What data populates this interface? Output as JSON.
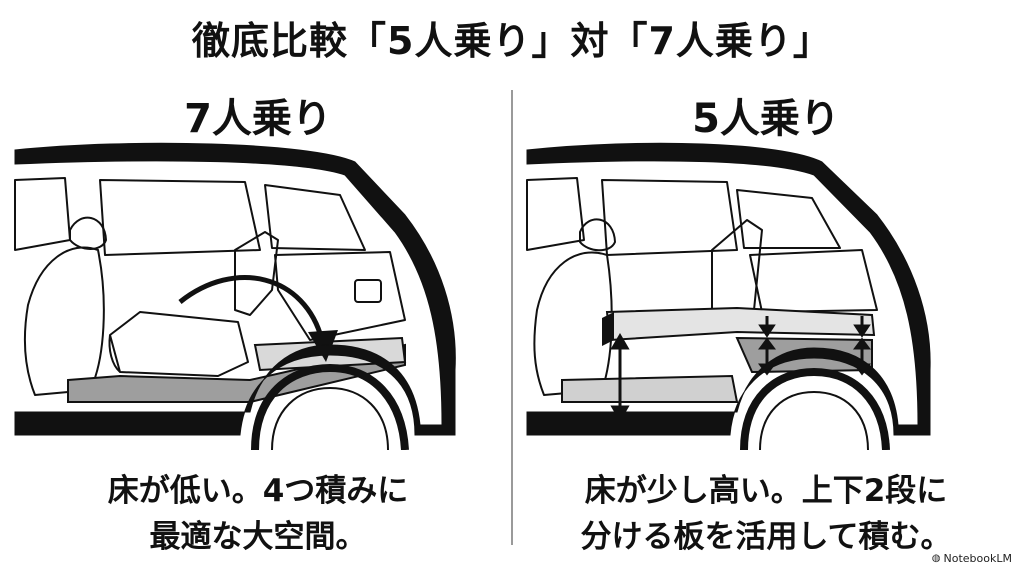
{
  "title": "徹底比較「5人乗り」対「7人乗り」",
  "panels": {
    "left": {
      "heading": "7人乗り",
      "caption_line1": "床が低い。4つ積みに",
      "caption_line2": "最適な大空間。"
    },
    "right": {
      "heading": "5人乗り",
      "caption_line1": "床が少し高い。上下2段に",
      "caption_line2": "分ける板を活用して積む。"
    }
  },
  "brand": {
    "name": "NotebookLM",
    "icon": "notebooklm-logo-icon"
  },
  "colors": {
    "ink": "#111111",
    "floor_gray": "#9e9e9e",
    "divider": "#9a9a9a"
  }
}
